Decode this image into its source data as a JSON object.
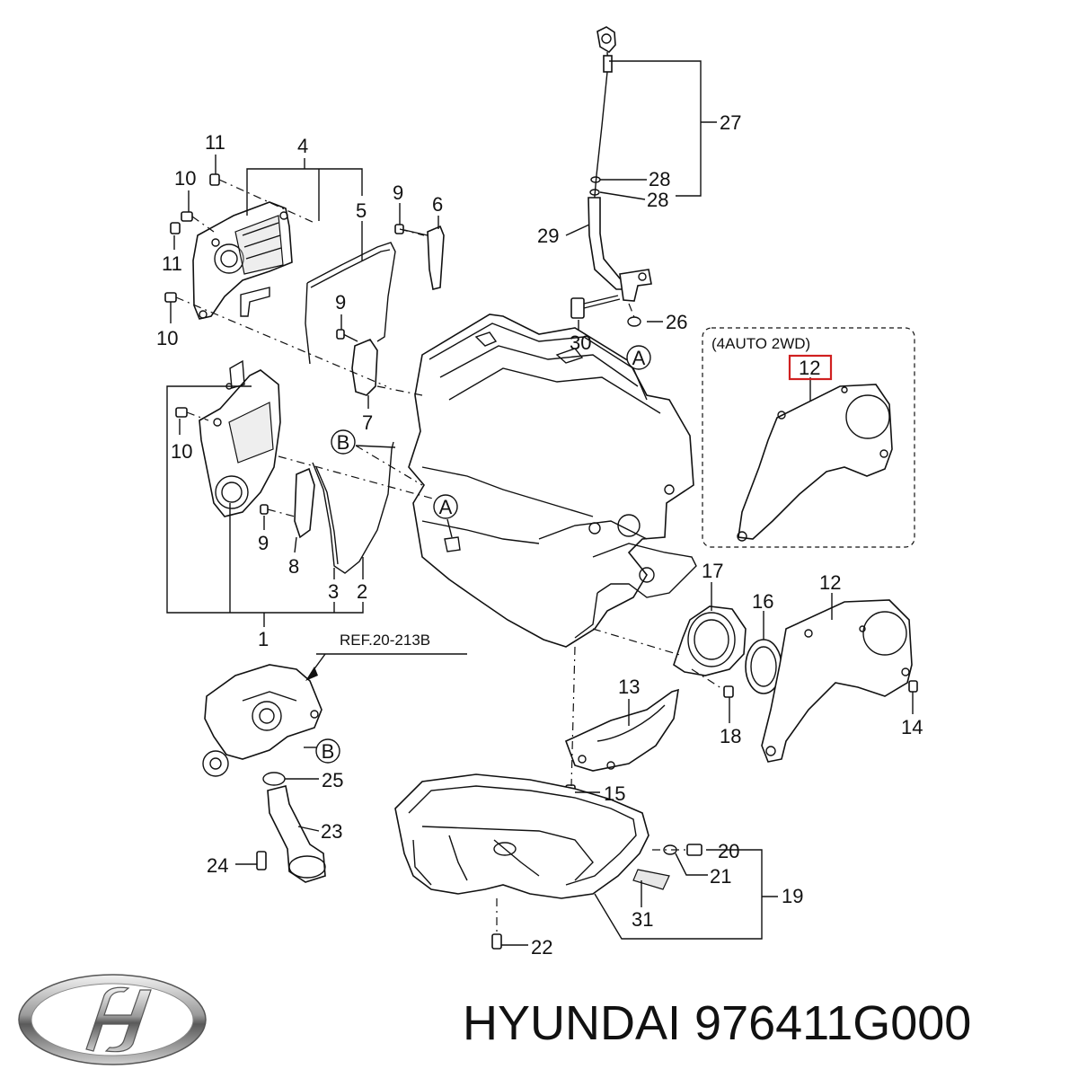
{
  "callouts": {
    "c27": "27",
    "c28a": "28",
    "c28b": "28",
    "c29": "29",
    "c30": "30",
    "c26": "26",
    "c11a": "11",
    "c4": "4",
    "c10a": "10",
    "c9a": "9",
    "c6": "6",
    "c5": "5",
    "c11b": "11",
    "c9b": "9",
    "c10b": "10",
    "c7": "7",
    "c10c": "10",
    "c9c": "9",
    "c8": "8",
    "c3": "3",
    "c2": "2",
    "c1": "1",
    "c12box": "12",
    "c12": "12",
    "c17": "17",
    "c16": "16",
    "c13": "13",
    "c18": "18",
    "c14": "14",
    "c15": "15",
    "c25": "25",
    "c23": "23",
    "c24": "24",
    "c20": "20",
    "c21": "21",
    "c19": "19",
    "c31": "31",
    "c22": "22"
  },
  "refs": {
    "A1": "A",
    "A2": "A",
    "B1": "B",
    "B2": "B"
  },
  "notes": {
    "variant": "(4AUTO 2WD)",
    "ref": "REF.20-213B"
  },
  "highlight_color": "#d02020",
  "brand": {
    "name": "HYUNDAI",
    "part_number": "976411G000"
  },
  "logo": {
    "icon": "hyundai-logo-icon"
  }
}
